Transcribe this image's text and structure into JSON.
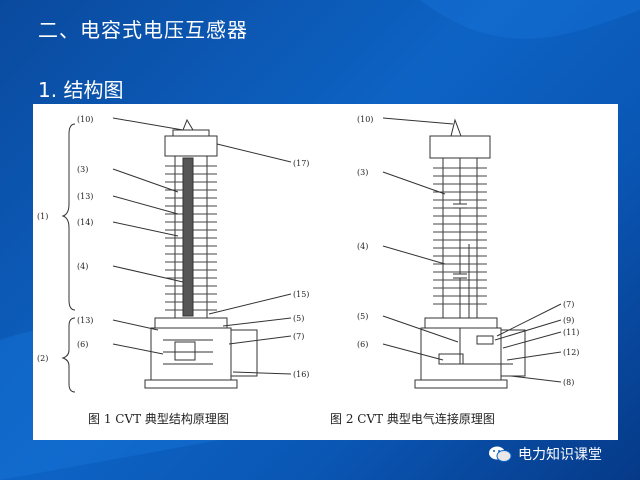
{
  "slide": {
    "title": "二、电容式电压互感器",
    "subtitle": "1. 结构图"
  },
  "figure1": {
    "caption": "图 1  CVT 典型结构原理图",
    "left_labels": [
      "(10)",
      "(3)",
      "(13)",
      "(14)",
      "(4)",
      "(13)",
      "(6)"
    ],
    "right_labels": [
      "(17)",
      "(15)",
      "(5)",
      "(7)",
      "(16)"
    ],
    "group_labels": [
      "(1)",
      "(2)"
    ]
  },
  "figure2": {
    "caption": "图 2  CVT 典型电气连接原理图",
    "left_labels": [
      "(10)",
      "(3)",
      "(4)",
      "(5)",
      "(6)"
    ],
    "right_labels": [
      "(7)",
      "(9)",
      "(11)",
      "(12)",
      "(8)"
    ]
  },
  "watermark": {
    "text": "电力知识课堂",
    "icon": "wechat-icon"
  },
  "colors": {
    "background": "#0d63c4",
    "panel": "#ffffff",
    "line": "#333333"
  }
}
